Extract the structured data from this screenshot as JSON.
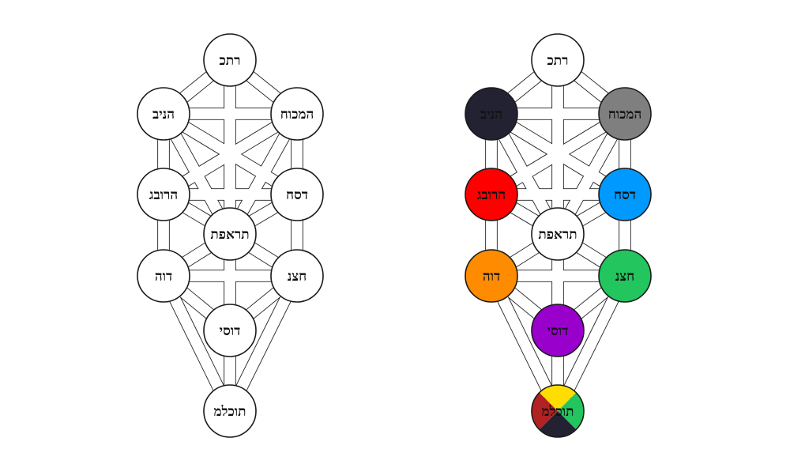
{
  "diagrams": [
    {
      "id": "tree-plain",
      "nodes": [
        {
          "key": "keter",
          "label": "רתכ",
          "fill": "#ffffff"
        },
        {
          "key": "chokhmah",
          "label": "המכוח",
          "fill": "#ffffff"
        },
        {
          "key": "binah",
          "label": "הניב",
          "fill": "#ffffff"
        },
        {
          "key": "chesed",
          "label": "דסח",
          "fill": "#ffffff"
        },
        {
          "key": "gevurah",
          "label": "הרובג",
          "fill": "#ffffff"
        },
        {
          "key": "tiferet",
          "label": "תראפת",
          "fill": "#ffffff"
        },
        {
          "key": "netzach",
          "label": "חצנ",
          "fill": "#ffffff"
        },
        {
          "key": "hod",
          "label": "דוה",
          "fill": "#ffffff"
        },
        {
          "key": "yesod",
          "label": "דוסי",
          "fill": "#ffffff"
        },
        {
          "key": "malkhut",
          "label": "תוכלמ",
          "fill": "#ffffff"
        }
      ]
    },
    {
      "id": "tree-colored",
      "nodes": [
        {
          "key": "keter",
          "label": "רתכ",
          "fill": "#ffffff"
        },
        {
          "key": "chokhmah",
          "label": "המכוח",
          "fill": "#7f7f7f"
        },
        {
          "key": "binah",
          "label": "הניב",
          "fill": "#222233"
        },
        {
          "key": "chesed",
          "label": "דסח",
          "fill": "#0099ff"
        },
        {
          "key": "gevurah",
          "label": "הרובג",
          "fill": "#ff0000"
        },
        {
          "key": "tiferet",
          "label": "תראפת",
          "fill": "#ffffff"
        },
        {
          "key": "netzach",
          "label": "חצנ",
          "fill": "#22c55e"
        },
        {
          "key": "hod",
          "label": "דוה",
          "fill": "#ff8c00"
        },
        {
          "key": "yesod",
          "label": "דוסי",
          "fill": "#9900cc"
        },
        {
          "key": "malkhut",
          "label": "תוכלמ",
          "quadrants": [
            "#ffdd00",
            "#22c55e",
            "#222233",
            "#b22222"
          ]
        }
      ]
    }
  ],
  "paths": [
    [
      "keter",
      "chokhmah"
    ],
    [
      "keter",
      "binah"
    ],
    [
      "keter",
      "tiferet"
    ],
    [
      "chokhmah",
      "binah"
    ],
    [
      "chokhmah",
      "chesed"
    ],
    [
      "chokhmah",
      "tiferet"
    ],
    [
      "chokhmah",
      "gevurah"
    ],
    [
      "binah",
      "gevurah"
    ],
    [
      "binah",
      "tiferet"
    ],
    [
      "binah",
      "chesed"
    ],
    [
      "chesed",
      "gevurah"
    ],
    [
      "chesed",
      "tiferet"
    ],
    [
      "chesed",
      "netzach"
    ],
    [
      "gevurah",
      "tiferet"
    ],
    [
      "gevurah",
      "hod"
    ],
    [
      "tiferet",
      "netzach"
    ],
    [
      "tiferet",
      "hod"
    ],
    [
      "tiferet",
      "yesod"
    ],
    [
      "netzach",
      "hod"
    ],
    [
      "netzach",
      "yesod"
    ],
    [
      "netzach",
      "malkhut"
    ],
    [
      "hod",
      "yesod"
    ],
    [
      "hod",
      "malkhut"
    ],
    [
      "yesod",
      "malkhut"
    ]
  ]
}
